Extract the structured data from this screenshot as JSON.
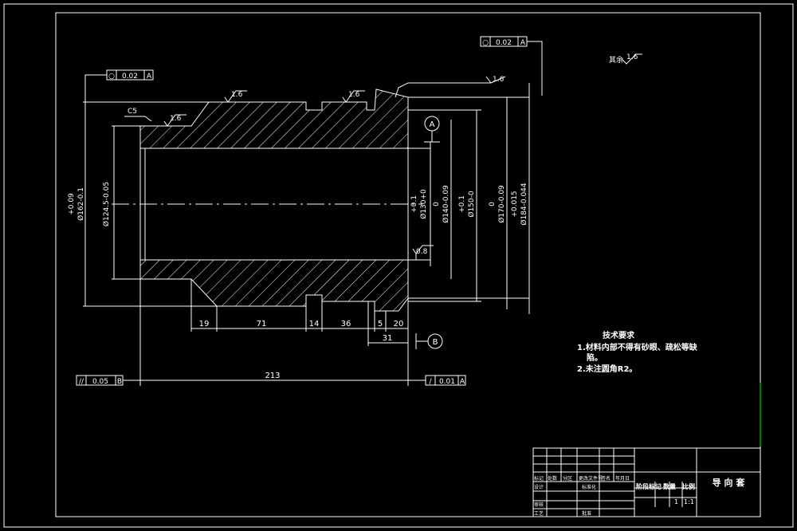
{
  "canvas": {
    "background": "#000000",
    "line_color": "#ffffff",
    "accent_color": "#00ff00"
  },
  "tolerances": {
    "top_roundness": "0.02",
    "top_datum": "A",
    "left_roundness": "0.02",
    "left_datum": "A",
    "bottom_parallel": "0.05",
    "bottom_parallel_datum": "B",
    "bottom_runout": "0.01",
    "bottom_runout_datum": "A"
  },
  "roughness": {
    "corner_label": "其余",
    "corner_value": "1.6",
    "r1": "1.6",
    "r2": "1.6",
    "r3": "1.6",
    "r4": "1.6",
    "bore": "0.8",
    "chamfer": "C5"
  },
  "datums": {
    "a": "A",
    "b": "B"
  },
  "vertical_dims": {
    "d1_tol": "+0.09",
    "d1": "Ø162-0.1",
    "d2": "Ø124.5-0.05",
    "d3_tol": "+0.1",
    "d3": "Ø130+0",
    "d4_tol": "0",
    "d4": "Ø140-0.09",
    "d5_tol": "+0.1",
    "d5": "Ø150-0",
    "d6_tol": "0",
    "d6": "Ø170-0.09",
    "d7_tol": "+0.015",
    "d7": "Ø184-0.044"
  },
  "horizontal_dims": {
    "h1": "19",
    "h2": "71",
    "h3": "14",
    "h4": "36",
    "h5": "5",
    "h6": "20",
    "h7": "31",
    "total": "213"
  },
  "tech_requirements": {
    "title": "技术要求",
    "item1": "1.材料内部不得有砂眼、疏松等缺",
    "item1b": "陷。",
    "item2": "2.未注圆角R2。"
  },
  "title_block": {
    "part_name": "导 向 套",
    "col_stage": "阶段标记",
    "col_weight": "数量",
    "col_scale": "比例",
    "scale_value": "1:1",
    "qty_value": "1",
    "r_mark": "标记",
    "r_count": "处数",
    "r_zone": "分区",
    "r_doc": "更改文件号",
    "r_sign": "签名",
    "r_date": "年月日",
    "r_design": "设计",
    "r_std": "标准化",
    "r_check": "审核",
    "r_craft": "工艺",
    "r_approve": "批准"
  }
}
